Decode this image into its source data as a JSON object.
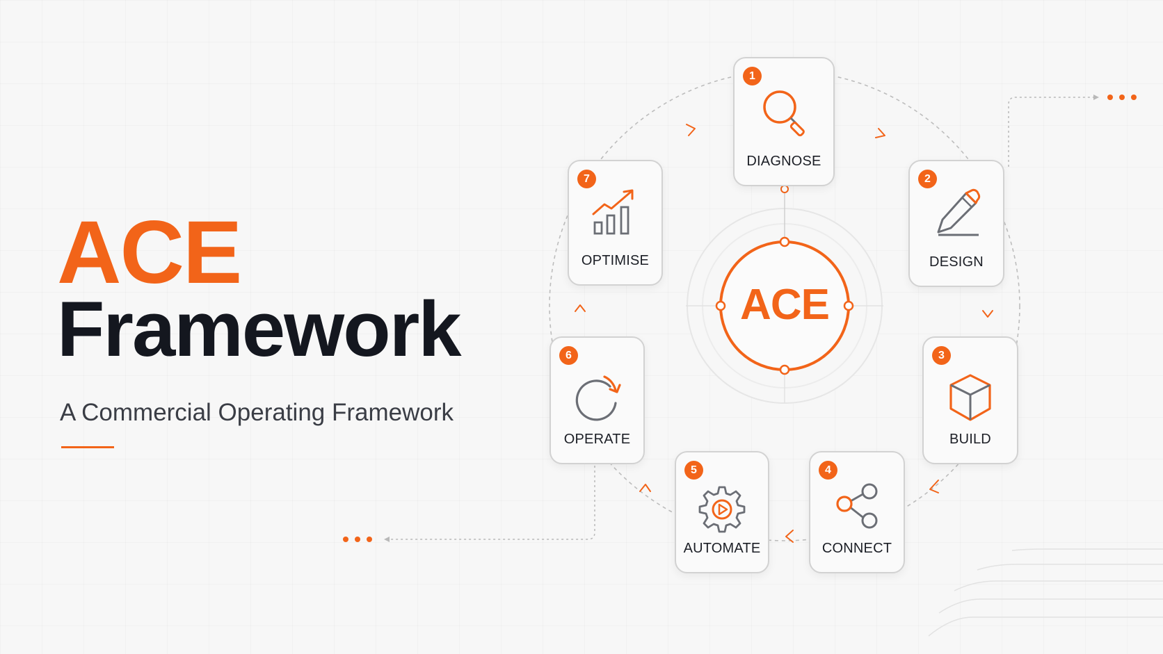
{
  "title": {
    "line1": "ACE",
    "line2": "Framework",
    "subtitle": "A Commercial Operating Framework"
  },
  "hub": {
    "label": "ACE"
  },
  "stages": [
    {
      "number": "1",
      "label": "DIAGNOSE",
      "icon": "magnifier-icon"
    },
    {
      "number": "2",
      "label": "DESIGN",
      "icon": "pencil-icon"
    },
    {
      "number": "3",
      "label": "BUILD",
      "icon": "cube-icon"
    },
    {
      "number": "4",
      "label": "CONNECT",
      "icon": "share-nodes-icon"
    },
    {
      "number": "5",
      "label": "AUTOMATE",
      "icon": "gear-play-icon"
    },
    {
      "number": "6",
      "label": "OPERATE",
      "icon": "refresh-icon"
    },
    {
      "number": "7",
      "label": "OPTIMISE",
      "icon": "growth-chart-icon"
    }
  ],
  "colors": {
    "accent": "#f26419",
    "dark": "#14171f",
    "card_border": "#d2d2d2",
    "icon_gray": "#6b6e75",
    "background": "#f7f7f7"
  }
}
